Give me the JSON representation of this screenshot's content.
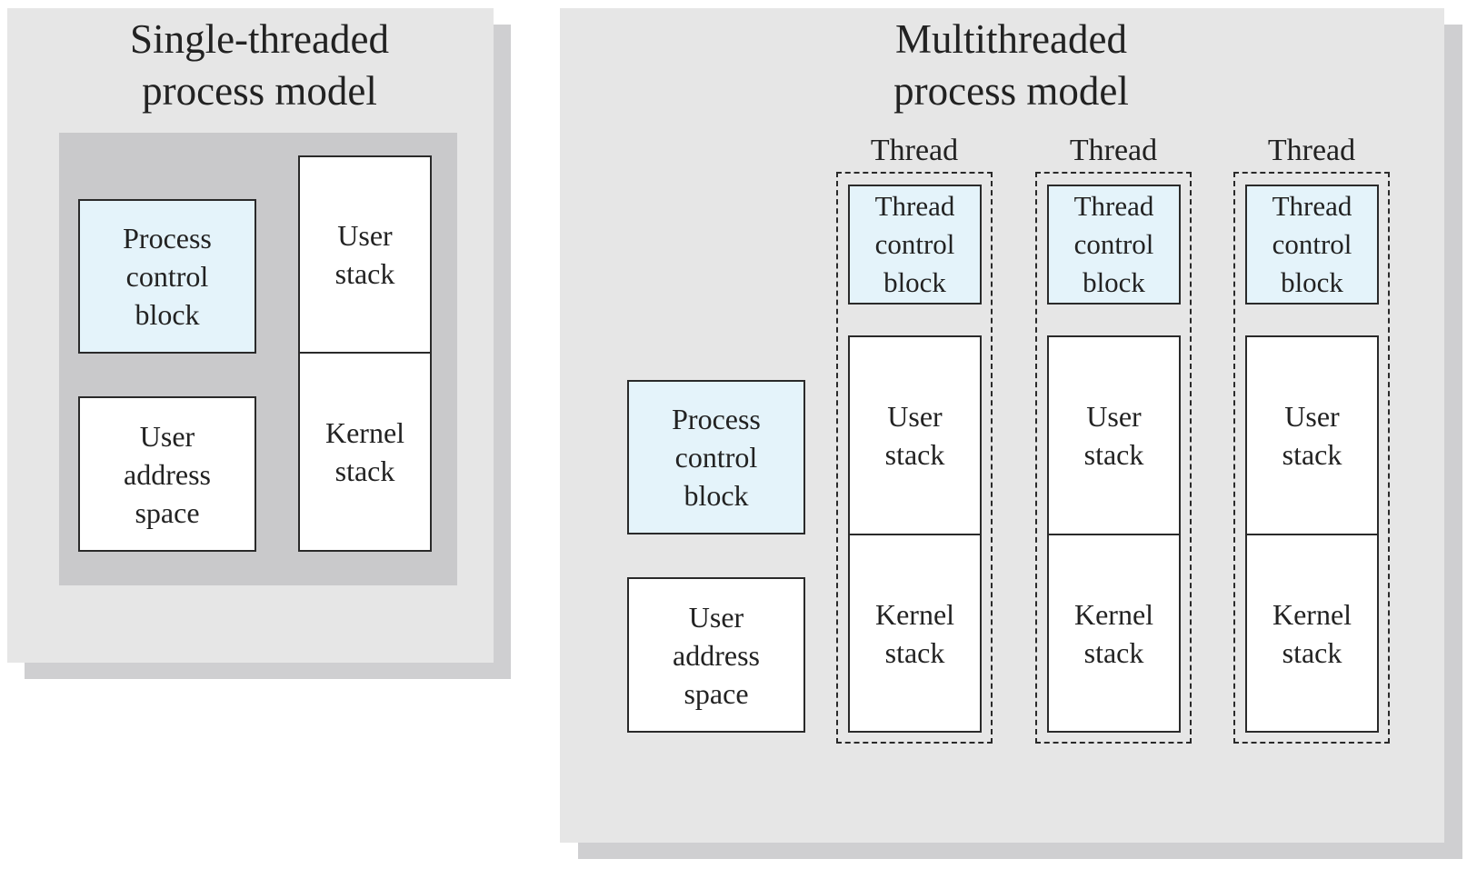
{
  "single": {
    "title": "Single-threaded\nprocess model",
    "pcb": "Process\ncontrol\nblock",
    "user_stack": "User\nstack",
    "uas": "User\naddress\nspace",
    "kernel_stack": "Kernel\nstack"
  },
  "multi": {
    "title": "Multithreaded\nprocess model",
    "pcb": "Process\ncontrol\nblock",
    "uas": "User\naddress\nspace",
    "threads": [
      {
        "label": "Thread",
        "tcb": "Thread\ncontrol\nblock",
        "user_stack": "User\nstack",
        "kernel_stack": "Kernel\nstack"
      },
      {
        "label": "Thread",
        "tcb": "Thread\ncontrol\nblock",
        "user_stack": "User\nstack",
        "kernel_stack": "Kernel\nstack"
      },
      {
        "label": "Thread",
        "tcb": "Thread\ncontrol\nblock",
        "user_stack": "User\nstack",
        "kernel_stack": "Kernel\nstack"
      }
    ]
  },
  "colors": {
    "panel": "#e6e6e6",
    "panel_shadow": "#cfcfd1",
    "inner_background": "#c9c9cb",
    "control_block": "#e4f3fa",
    "box": "#ffffff",
    "border": "#2a2a2a"
  }
}
